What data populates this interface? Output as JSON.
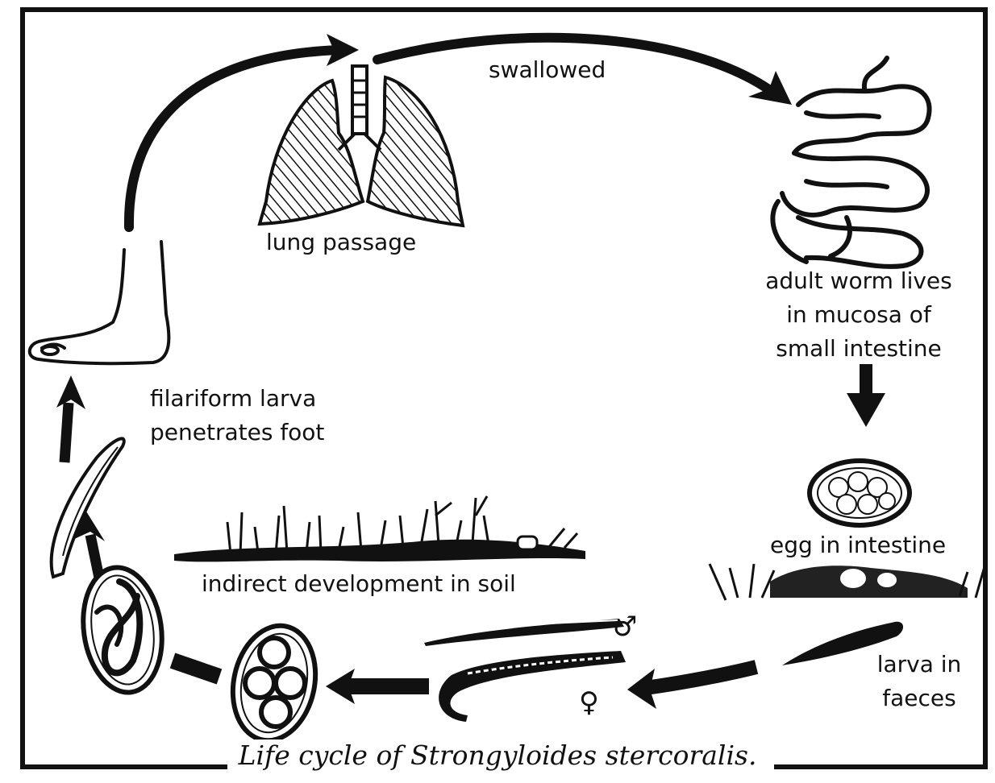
{
  "labels": {
    "swallowed": "swallowed",
    "lung_passage": "lung passage",
    "adult_worm": [
      "adult worm lives",
      "in mucosa of",
      "small intestine"
    ],
    "filariform": [
      "filariform larva",
      "penetrates foot"
    ],
    "egg_in_intestine": "egg in intestine",
    "indirect_development": "indirect development in soil",
    "larva_in_faeces": [
      "larva in",
      "faeces"
    ],
    "male_symbol": "♂",
    "female_symbol": "♀"
  },
  "caption": "Life cycle of Strongyloides stercoralis.",
  "colors": {
    "ink": "#111111",
    "paper": "#ffffff"
  }
}
